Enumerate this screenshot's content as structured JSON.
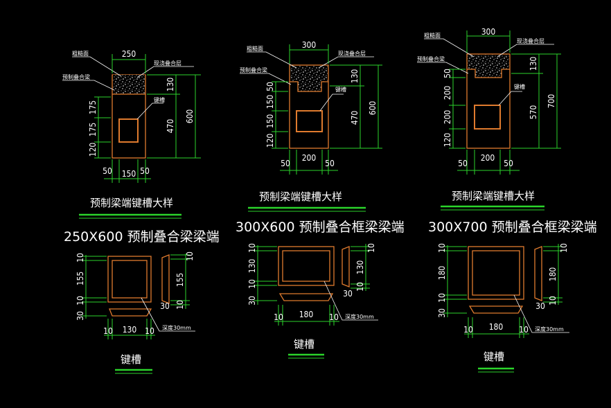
{
  "panels": [
    {
      "id": "p1",
      "detail_title": "预制梁端键槽大样",
      "section_title": "250X600 预制叠合梁梁端",
      "keyway_title": "键槽",
      "labels": {
        "top_surface": "粗糙面",
        "topping": "现浇叠合层",
        "beam": "预制叠合梁",
        "keyway": "键槽",
        "depth_note": "深度30mm"
      },
      "dims": {
        "width_top": "250",
        "h_topping": "130",
        "h_total": "600",
        "h_lower": "470",
        "left_1": "175",
        "left_2": "175",
        "left_3": "120",
        "bottom_l": "50",
        "bottom_c": "150",
        "bottom_r": "50",
        "k_left_top": "10",
        "k_left_mid": "155",
        "k_left_b1": "10",
        "k_left_b2": "30",
        "k_right_top": "10",
        "k_right_mid": "155",
        "k_right_b1": "10",
        "k_right_b2": "30",
        "k_bottom_l": "10",
        "k_bottom_c": "130",
        "k_bottom_r": "10"
      }
    },
    {
      "id": "p2",
      "detail_title": "预制梁端键槽大样",
      "section_title": "300X600 预制叠合框梁梁端",
      "keyway_title": "键槽",
      "labels": {
        "top_surface": "粗糙面",
        "topping": "现浇叠合层",
        "beam": "预制叠合梁",
        "keyway": "键槽",
        "depth_note": "深度30mm"
      },
      "dims": {
        "width_top": "300",
        "h_topping": "130",
        "h_total": "600",
        "h_lower": "470",
        "left_0": "50",
        "left_1": "150",
        "left_2": "150",
        "left_3": "120",
        "bottom_l": "50",
        "bottom_c": "200",
        "bottom_r": "50",
        "k_left_top": "10",
        "k_left_mid": "130",
        "k_left_b1": "10",
        "k_left_b2": "30",
        "k_right_top": "10",
        "k_right_mid": "130",
        "k_right_b1": "10",
        "k_right_b2": "30",
        "k_bottom_l": "10",
        "k_bottom_c": "180",
        "k_bottom_r": "10"
      }
    },
    {
      "id": "p3",
      "detail_title": "预制梁端键槽大样",
      "section_title": "300X700 预制叠合框梁梁端",
      "keyway_title": "键槽",
      "labels": {
        "top_surface": "粗糙面",
        "topping": "现浇叠合层",
        "beam": "预制叠合梁",
        "keyway": "键槽",
        "depth_note": "深度30mm"
      },
      "dims": {
        "width_top": "300",
        "h_topping": "130",
        "h_total": "700",
        "h_lower": "570",
        "left_0": "50",
        "left_1": "200",
        "left_2": "200",
        "left_3": "120",
        "bottom_l": "50",
        "bottom_c": "200",
        "bottom_r": "50",
        "k_left_top": "10",
        "k_left_mid": "180",
        "k_left_b1": "10",
        "k_left_b2": "30",
        "k_right_top": "10",
        "k_right_mid": "180",
        "k_right_b1": "10",
        "k_right_b2": "30",
        "k_bottom_l": "10",
        "k_bottom_c": "180",
        "k_bottom_r": "10"
      }
    }
  ]
}
